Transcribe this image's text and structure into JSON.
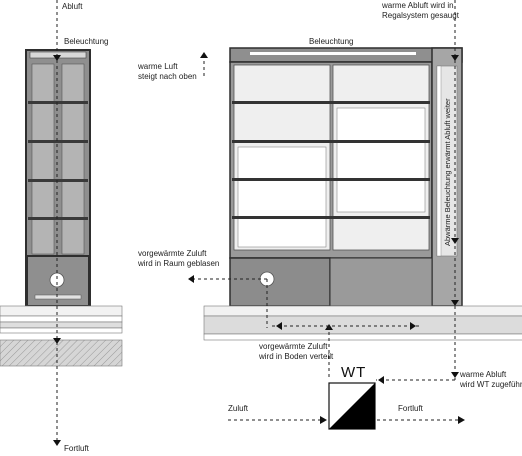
{
  "labels": {
    "abluft": "Abluft",
    "beleuchtung_left": "Beleuchtung",
    "beleuchtung_right": "Beleuchtung",
    "warme_luft": [
      "warme Luft",
      "steigt nach oben"
    ],
    "warme_abluft_regal": [
      "warme Abluft wird in",
      "Regalsystem gesaugt"
    ],
    "abwaerme": "Abwärme Beleuchtung erwärmt Abluft weiter",
    "vorgewaermte_raum": [
      "vorgewärmte Zuluft",
      "wird in Raum geblasen"
    ],
    "vorgewaermte_boden": [
      "vorgewärmte Zuluft",
      "wird in Boden verteilt"
    ],
    "warme_abluft_wt": [
      "warme Abluft",
      "wird WT zugeführt"
    ],
    "wt": "WT",
    "zuluft": "Zuluft",
    "fortluft_right": "Fortluft",
    "fortluft_left": "Fortluft"
  },
  "colors": {
    "frame_dark": "#3a3a3a",
    "panel_gray": "#8c8c8c",
    "panel_light": "#ececec",
    "glass": "#b9b9b9",
    "hatch": "#c9c9c9",
    "line": "#222222"
  }
}
